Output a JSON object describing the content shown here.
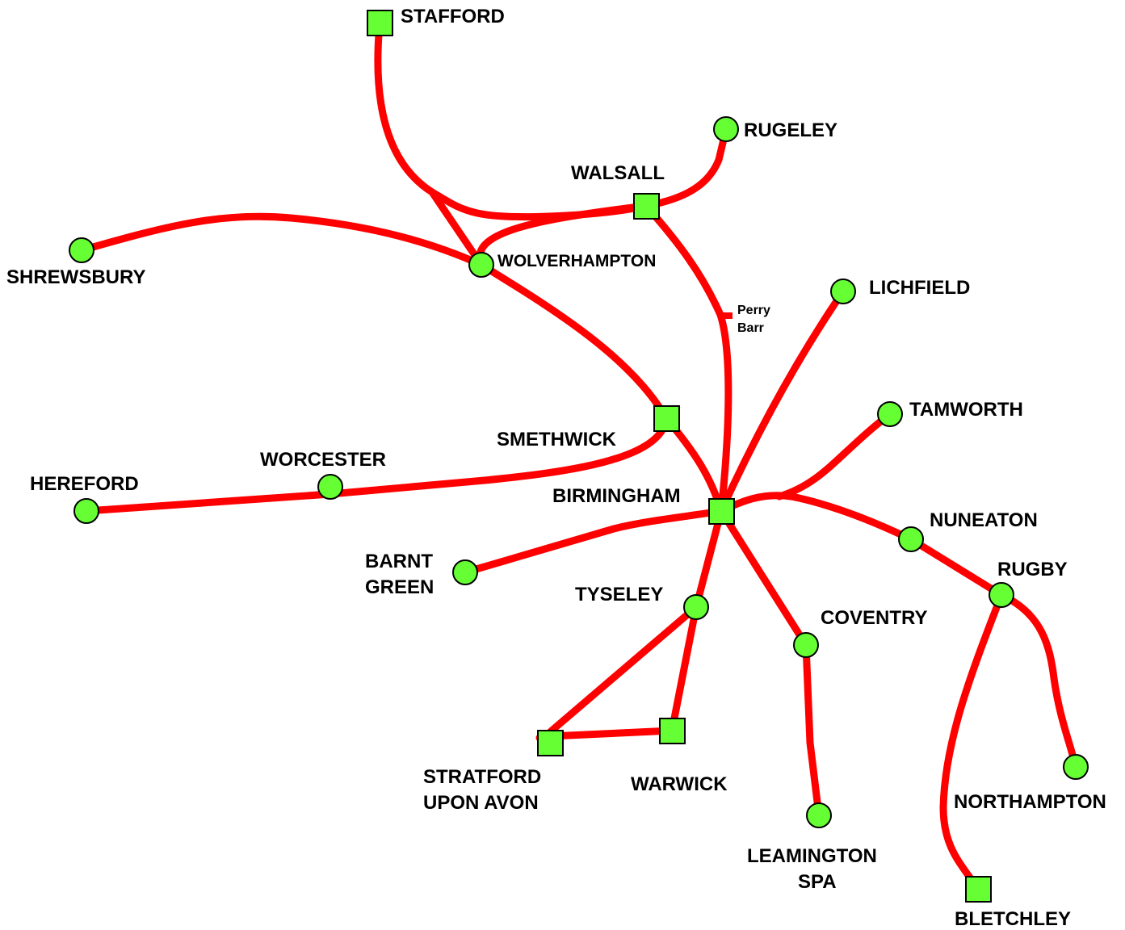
{
  "colors": {
    "route": "#ff0000",
    "station_fill": "#66ff33",
    "station_stroke": "#000000",
    "label": "#000000",
    "background": "#ffffff"
  },
  "station_kinds": {
    "square": "interchange-station",
    "circle": "station"
  },
  "stations": {
    "stafford": "STAFFORD",
    "rugeley": "RUGELEY",
    "walsall": "WALSALL",
    "shrewsbury": "SHREWSBURY",
    "wolverhampton": "WOLVERHAMPTON",
    "lichfield": "LICHFIELD",
    "perry_barr": [
      "Perry",
      "Barr"
    ],
    "tamworth": "TAMWORTH",
    "smethwick": "SMETHWICK",
    "worcester": "WORCESTER",
    "hereford": "HEREFORD",
    "birmingham": "BIRMINGHAM",
    "nuneaton": "NUNEATON",
    "barnt_green": [
      "BARNT",
      "GREEN"
    ],
    "rugby": "RUGBY",
    "tyseley": "TYSELEY",
    "coventry": "COVENTRY",
    "stratford": [
      "STRATFORD",
      "UPON AVON"
    ],
    "warwick": "WARWICK",
    "northampton": "NORTHAMPTON",
    "leamington": [
      "LEAMINGTON",
      "SPA"
    ],
    "bletchley": "BLETCHLEY"
  }
}
